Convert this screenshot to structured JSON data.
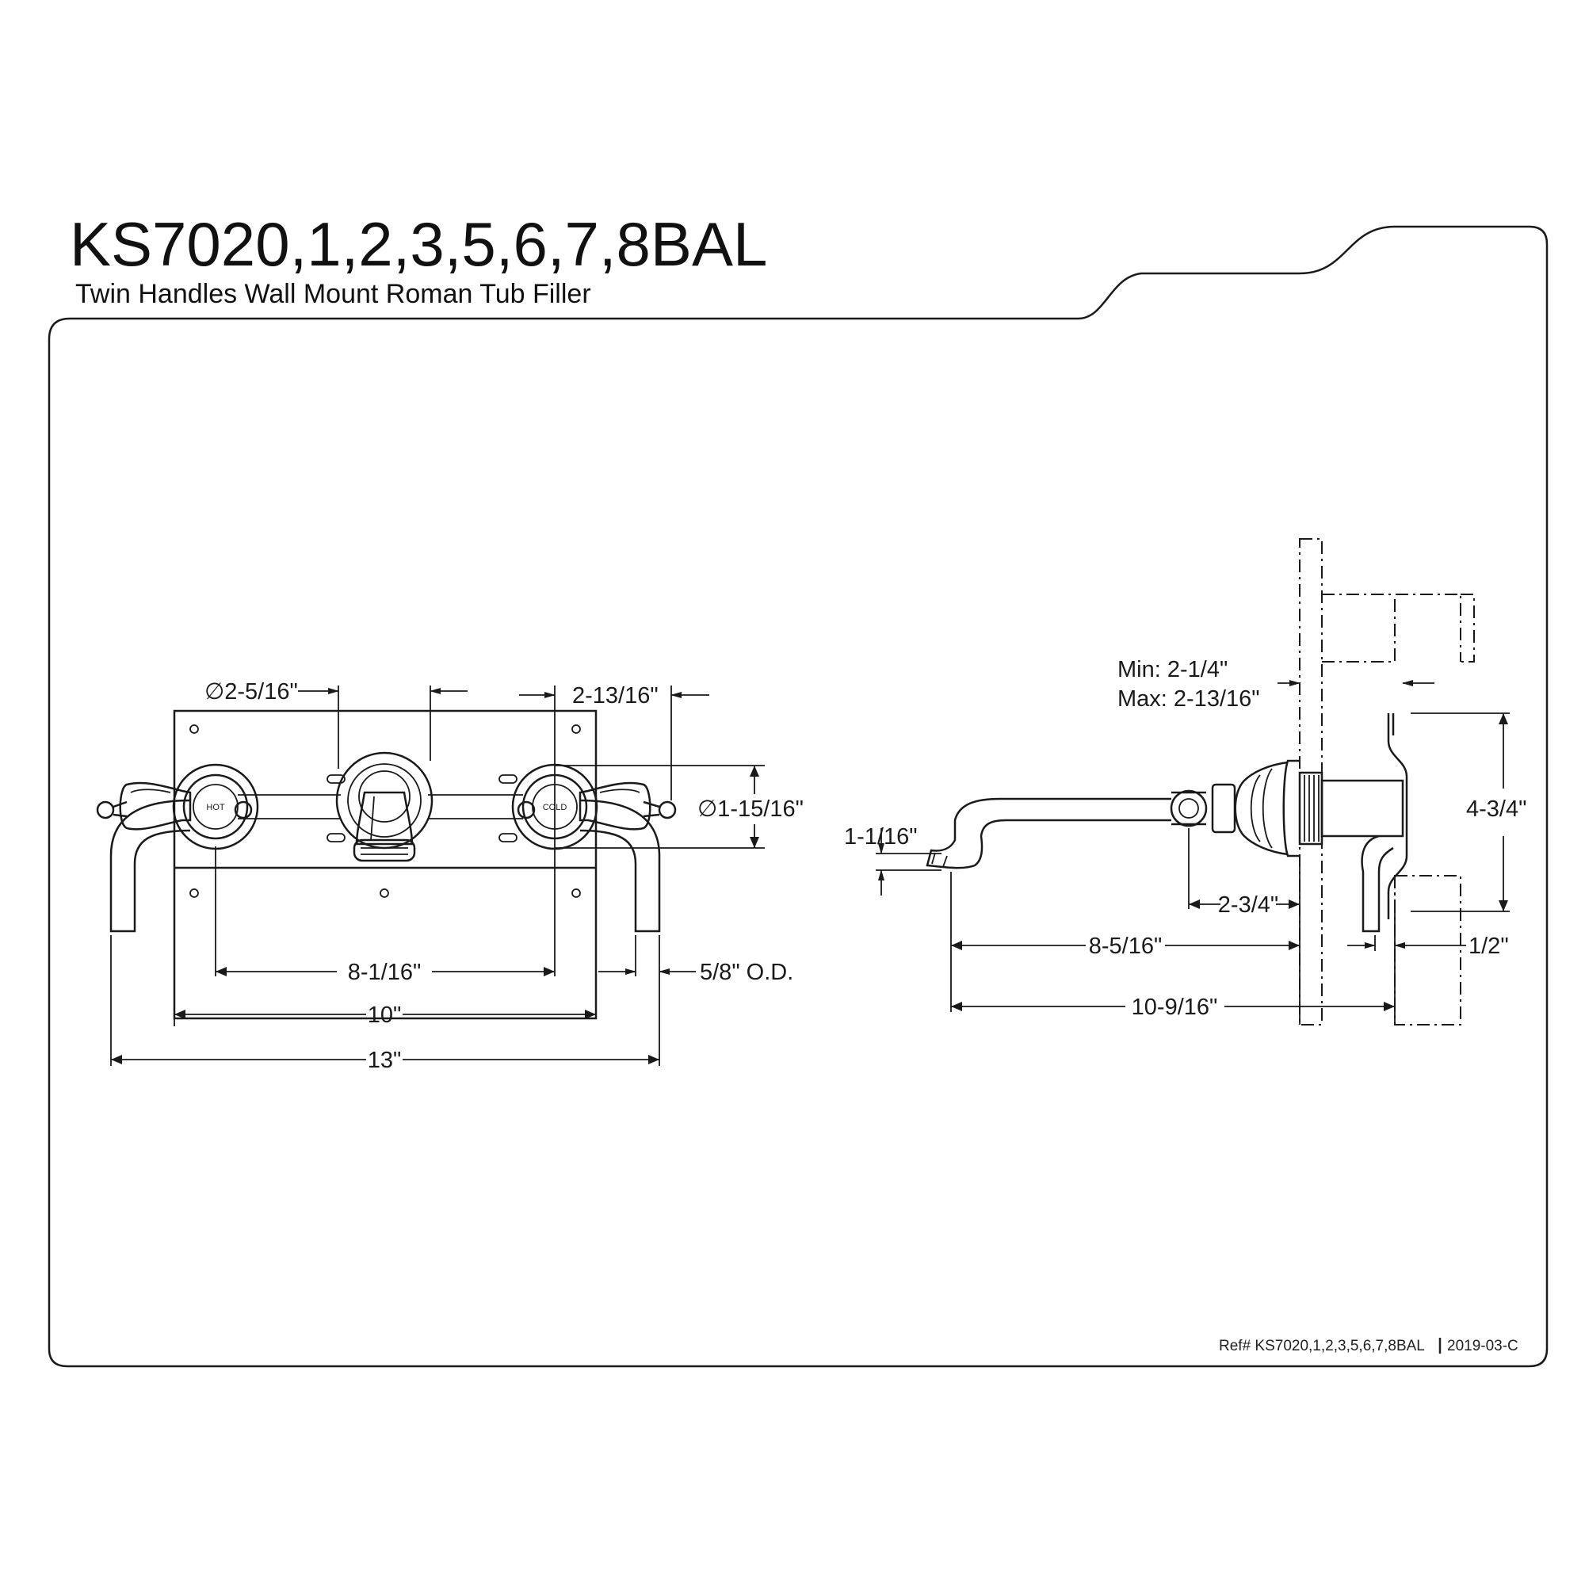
{
  "header": {
    "title": "KS7020,1,2,3,5,6,7,8BAL",
    "subtitle": "Twin Handles Wall Mount Roman Tub Filler"
  },
  "front_view": {
    "hot_label": "HOT",
    "cold_label": "COLD",
    "dim_escutcheon_diameter": "∅2-5/16\"",
    "dim_handle_offset": "2-13/16\"",
    "dim_valve_diameter": "∅1-15/16\"",
    "dim_centers": "8-1/16\"",
    "dim_plate_width": "10\"",
    "dim_overall_width": "13\"",
    "dim_pipe_od": "5/8\" O.D."
  },
  "side_view": {
    "dim_wall_min": "Min: 2-1/4\"",
    "dim_wall_max": "Max: 2-13/16\"",
    "dim_spout_height": "1-1/16\"",
    "dim_spout_base": "2-3/4\"",
    "dim_spout_reach": "8-5/16\"",
    "dim_overall_depth": "10-9/16\"",
    "dim_valve_height": "4-3/4\"",
    "dim_half": "1/2\""
  },
  "footer": {
    "ref": "Ref# KS7020,1,2,3,5,6,7,8BAL",
    "revision": "2019-03-C"
  },
  "colors": {
    "line": "#1a1a1a",
    "background": "#ffffff"
  }
}
